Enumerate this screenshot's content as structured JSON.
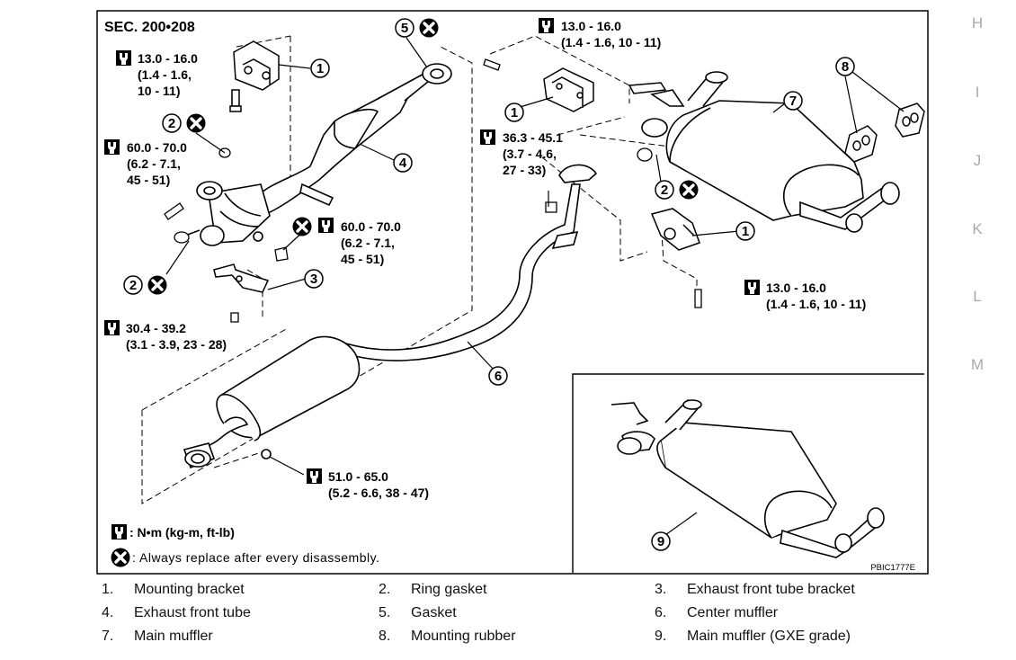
{
  "section_label": "SEC. 200•208",
  "figure_code": "PBIC1777E",
  "side_letters": [
    "H",
    "I",
    "J",
    "K",
    "L",
    "M"
  ],
  "torque_specs": {
    "t1": {
      "l1": "13.0 - 16.0",
      "l2": "(1.4 - 1.6,",
      "l3": "10 - 11)"
    },
    "t2": {
      "l1": "60.0 - 70.0",
      "l2": "(6.2 - 7.1,",
      "l3": "45 - 51)"
    },
    "t3": {
      "l1": "60.0 - 70.0",
      "l2": "(6.2 - 7.1,",
      "l3": "45 - 51)"
    },
    "t4": {
      "l1": "30.4 - 39.2",
      "l2": "(3.1 - 3.9, 23 - 28)"
    },
    "t5": {
      "l1": "13.0 - 16.0",
      "l2": "(1.4 - 1.6, 10 - 11)"
    },
    "t6": {
      "l1": "36.3 - 45.1",
      "l2": "(3.7 - 4.6,",
      "l3": "27 - 33)"
    },
    "t7": {
      "l1": "13.0 - 16.0",
      "l2": "(1.4 - 1.6, 10 - 11)"
    },
    "t8": {
      "l1": "51.0 - 65.0",
      "l2": "(5.2 - 6.6, 38 - 47)"
    }
  },
  "callout_numbers": [
    "1",
    "2",
    "3",
    "4",
    "5",
    "6",
    "7",
    "8",
    "9"
  ],
  "key": {
    "torque_unit": ": N•m (kg-m, ft-lb)",
    "replace_note": ": Always replace after every disassembly."
  },
  "legend": [
    {
      "num": "1.",
      "label": "Mounting bracket"
    },
    {
      "num": "2.",
      "label": "Ring gasket"
    },
    {
      "num": "3.",
      "label": "Exhaust front tube bracket"
    },
    {
      "num": "4.",
      "label": "Exhaust front tube"
    },
    {
      "num": "5.",
      "label": "Gasket"
    },
    {
      "num": "6.",
      "label": "Center muffler"
    },
    {
      "num": "7.",
      "label": "Main muffler"
    },
    {
      "num": "8.",
      "label": "Mounting rubber"
    },
    {
      "num": "9.",
      "label": "Main muffler (GXE grade)"
    }
  ]
}
